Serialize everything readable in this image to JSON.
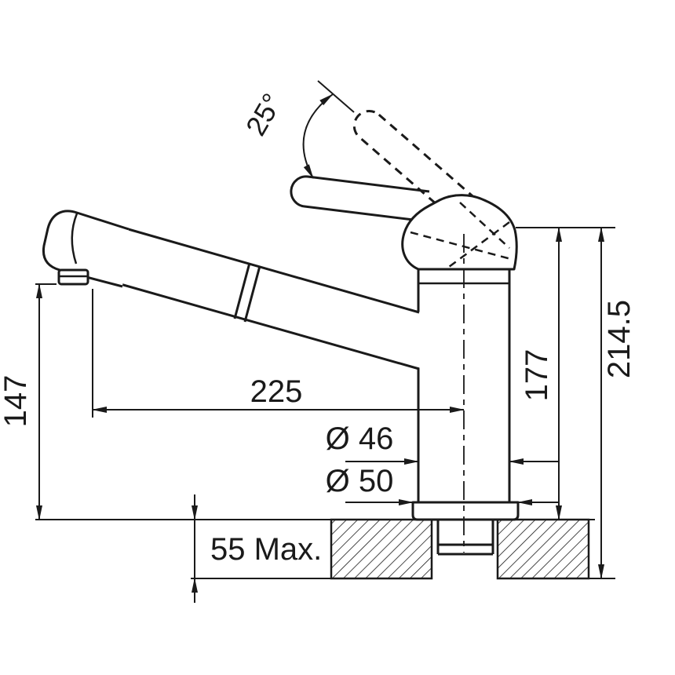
{
  "diagram": {
    "kind": "technical dimension drawing",
    "subject": "single-lever pull-out kitchen faucet, side elevation",
    "colors": {
      "line": "#1a1a1a",
      "background": "#ffffff"
    },
    "labels": {
      "lever_angle": "25°",
      "spout_outlet_height": "147",
      "spout_reach": "225",
      "body_diameter": "Ø 46",
      "base_diameter": "Ø 50",
      "spout_top_height": "177",
      "overall_height": "214.5",
      "deck_thickness": "55 Max."
    }
  }
}
